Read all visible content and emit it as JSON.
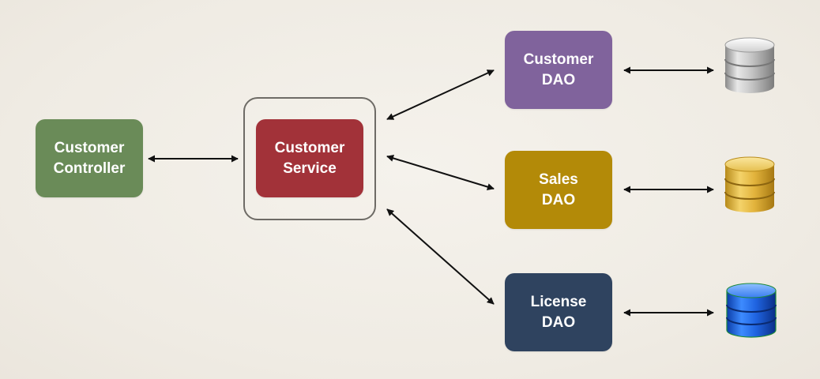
{
  "colors": {
    "controller": "#6a8b58",
    "service": "#a23239",
    "customer_dao": "#80639c",
    "sales_dao": "#b38a08",
    "license_dao": "#2f435f",
    "arrow": "#111111",
    "frame": "#6e6b66"
  },
  "nodes": {
    "controller": {
      "label": "Customer\nController"
    },
    "service": {
      "label": "Customer\nService"
    },
    "customer_dao": {
      "label": "Customer\nDAO"
    },
    "sales_dao": {
      "label": "Sales\nDAO"
    },
    "license_dao": {
      "label": "License\nDAO"
    }
  },
  "databases": [
    {
      "name": "customer-database-icon",
      "color": "silver"
    },
    {
      "name": "sales-database-icon",
      "color": "gold"
    },
    {
      "name": "license-database-icon",
      "color": "blue"
    }
  ],
  "edges": [
    {
      "from": "controller",
      "to": "service",
      "direction": "both"
    },
    {
      "from": "service",
      "to": "customer_dao",
      "direction": "both"
    },
    {
      "from": "service",
      "to": "sales_dao",
      "direction": "both"
    },
    {
      "from": "service",
      "to": "license_dao",
      "direction": "both"
    },
    {
      "from": "customer_dao",
      "to": "customer-database",
      "direction": "both"
    },
    {
      "from": "sales_dao",
      "to": "sales-database",
      "direction": "both"
    },
    {
      "from": "license_dao",
      "to": "license-database",
      "direction": "both"
    }
  ]
}
